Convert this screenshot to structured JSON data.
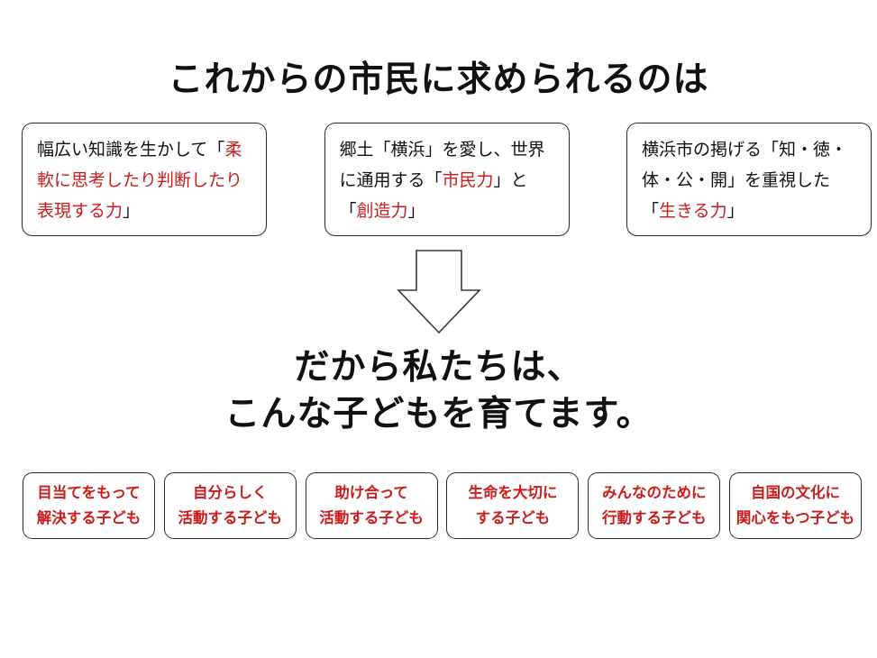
{
  "page": {
    "title": "これからの市民に求められるのは",
    "conclusion_line1": "だから私たちは、",
    "conclusion_line2": "こんな子どもを育てます。"
  },
  "colors": {
    "accent_red": "#cc1b1b",
    "text_black": "#111111",
    "box_border": "#2a2a2a",
    "background": "#ffffff",
    "arrow_fill": "#ffffff",
    "arrow_stroke": "#3a3a3a"
  },
  "icons": [
    {
      "name": "down-block-arrow-icon",
      "meaning": "leads to / therefore"
    }
  ],
  "top_boxes": [
    {
      "name": "premise-box-1",
      "lines": [
        [
          {
            "t": "幅広い知識を生かして「",
            "red": false
          },
          {
            "t": "柔",
            "red": true
          }
        ],
        [
          {
            "t": "軟に思考したり判断したり",
            "red": true
          }
        ],
        [
          {
            "t": "表現する力",
            "red": true
          },
          {
            "t": "」",
            "red": false
          }
        ]
      ]
    },
    {
      "name": "premise-box-2",
      "lines": [
        [
          {
            "t": "郷土「横浜」を愛し、世界",
            "red": false
          }
        ],
        [
          {
            "t": "に通用する「",
            "red": false
          },
          {
            "t": "市民力",
            "red": true
          },
          {
            "t": "」と",
            "red": false
          }
        ],
        [
          {
            "t": "「",
            "red": false
          },
          {
            "t": "創造力",
            "red": true
          },
          {
            "t": "」",
            "red": false
          }
        ]
      ]
    },
    {
      "name": "premise-box-3",
      "lines": [
        [
          {
            "t": "横浜市の掲げる「知・徳・",
            "red": false
          }
        ],
        [
          {
            "t": "体・公・開」を重視した",
            "red": false
          }
        ],
        [
          {
            "t": "「",
            "red": false
          },
          {
            "t": "生きる力",
            "red": true
          },
          {
            "t": "」",
            "red": false
          }
        ]
      ]
    }
  ],
  "bottom_boxes": [
    {
      "name": "child-goal-box-1",
      "lines": [
        "目当てをもって",
        "解決する子ども"
      ]
    },
    {
      "name": "child-goal-box-2",
      "lines": [
        "自分らしく",
        "活動する子ども"
      ]
    },
    {
      "name": "child-goal-box-3",
      "lines": [
        "助け合って",
        "活動する子ども"
      ]
    },
    {
      "name": "child-goal-box-4",
      "lines": [
        "生命を大切に",
        "する子ども"
      ]
    },
    {
      "name": "child-goal-box-5",
      "lines": [
        "みんなのために",
        "行動する子ども"
      ]
    },
    {
      "name": "child-goal-box-6",
      "lines": [
        "自国の文化に",
        "関心をもつ子ども"
      ]
    }
  ]
}
